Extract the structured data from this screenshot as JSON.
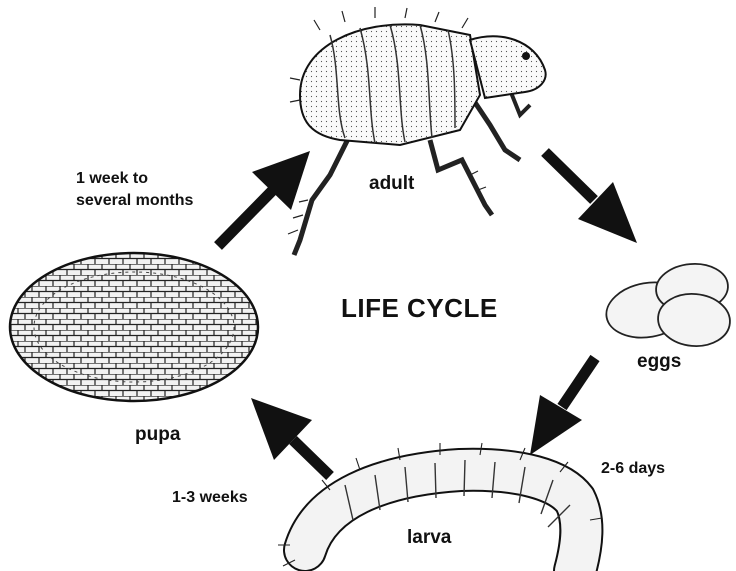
{
  "diagram": {
    "title": "LIFE CYCLE",
    "stages": {
      "adult": "adult",
      "eggs": "eggs",
      "larva": "larva",
      "pupa": "pupa"
    },
    "durations": {
      "pupa_to_adult_line1": "1 week to",
      "pupa_to_adult_line2": "several months",
      "eggs_to_larva": "2-6 days",
      "larva_to_pupa": "1-3 weeks"
    }
  }
}
